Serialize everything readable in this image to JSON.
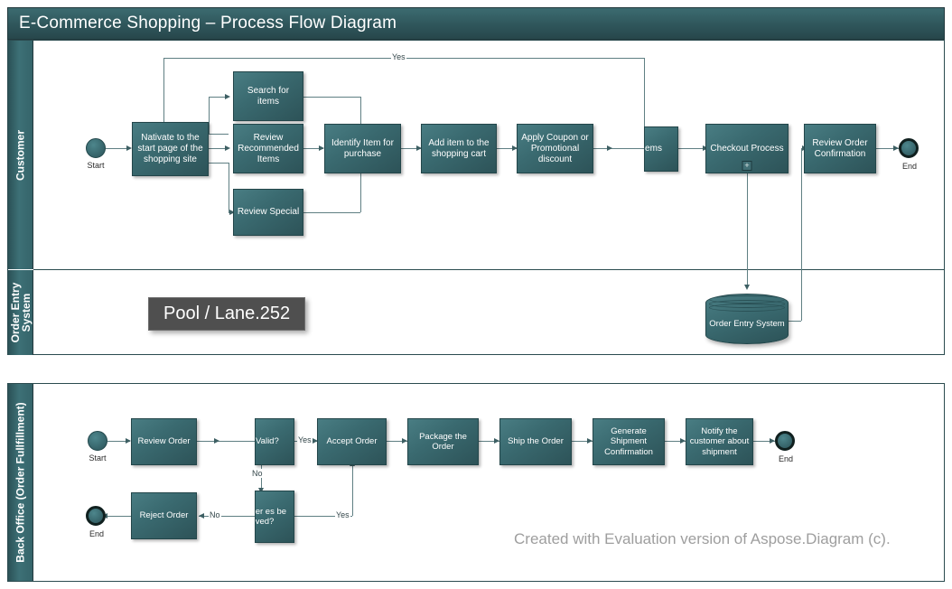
{
  "diagram": {
    "title": "E-Commerce Shopping – Process Flow Diagram",
    "watermark": "Created with Evaluation version of Aspose.Diagram (c).",
    "tooltip": "Pool / Lane.252",
    "colors": {
      "header_fill": "#2f565b",
      "node_fill": "#3a6a70",
      "lane_fill": "#3d7076",
      "connector": "#5f7f83",
      "tooltip_fill": "#4f4f4f",
      "watermark_text": "#9e9e9e",
      "canvas": "#ffffff"
    }
  },
  "pools": [
    {
      "name": "main-pool",
      "lanes": [
        {
          "label": "Customer"
        },
        {
          "label": "Order Entry\nSystem"
        }
      ]
    },
    {
      "name": "back-office-pool",
      "lanes": [
        {
          "label": "Back Office (Order Fullfillment)"
        }
      ]
    }
  ],
  "customer_lane": {
    "events": [
      {
        "id": "cust-start",
        "type": "start",
        "label": "Start"
      },
      {
        "id": "cust-end",
        "type": "end",
        "label": "End"
      }
    ],
    "tasks": [
      {
        "id": "navigate",
        "label": "Nativate to the start page of the shopping site"
      },
      {
        "id": "search-items",
        "label": "Search for items"
      },
      {
        "id": "review-recommended",
        "label": "Review Recommended Items"
      },
      {
        "id": "review-special",
        "label": "Review Special"
      },
      {
        "id": "identify-item",
        "label": "Identify Item for purchase"
      },
      {
        "id": "add-to-cart",
        "label": "Add item to the shopping cart"
      },
      {
        "id": "apply-coupon",
        "label": "Apply Coupon or Promotional discount"
      },
      {
        "id": "more-items",
        "label": "items"
      },
      {
        "id": "checkout",
        "label": "Checkout Process",
        "marker": "+"
      },
      {
        "id": "review-confirmation",
        "label": "Review Order Confirmation"
      }
    ],
    "flow_labels": [
      {
        "id": "loop-yes",
        "label": "Yes"
      }
    ]
  },
  "order_entry_lane": {
    "datastores": [
      {
        "id": "order-entry-db",
        "label": "Order Entry System"
      }
    ]
  },
  "back_office_lane": {
    "events": [
      {
        "id": "back-start",
        "type": "start",
        "label": "Start"
      },
      {
        "id": "back-end-reject",
        "type": "end",
        "label": "End"
      },
      {
        "id": "back-end-done",
        "type": "end",
        "label": "End"
      }
    ],
    "tasks": [
      {
        "id": "review-order",
        "label": "Review Order"
      },
      {
        "id": "order-valid",
        "label": "r Valid?"
      },
      {
        "id": "accept-order",
        "label": "Accept Order"
      },
      {
        "id": "package-order",
        "label": "Package the Order"
      },
      {
        "id": "ship-order",
        "label": "Ship the Order"
      },
      {
        "id": "generate-shipment",
        "label": "Generate Shipment Confirmation"
      },
      {
        "id": "notify-customer",
        "label": "Notify the customer about shipment"
      },
      {
        "id": "issues-resolved",
        "label": "order es be ved?"
      },
      {
        "id": "reject-order",
        "label": "Reject Order"
      }
    ],
    "flow_labels": [
      {
        "id": "valid-yes",
        "label": "Yes"
      },
      {
        "id": "valid-no",
        "label": "No"
      },
      {
        "id": "resolved-yes",
        "label": "Yes"
      },
      {
        "id": "resolved-no",
        "label": "No"
      }
    ]
  }
}
